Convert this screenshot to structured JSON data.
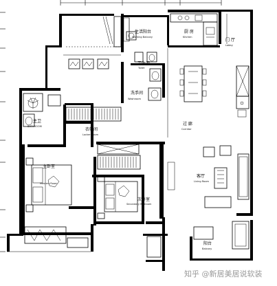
{
  "rooms": {
    "utility_balcony": {
      "cn": "生活阳台",
      "en": "Working Balcony"
    },
    "kitchen": {
      "cn": "厨 房",
      "en": "Kitchen"
    },
    "lobby": {
      "cn": "门 厅",
      "en": "Lobby"
    },
    "toilet": {
      "cn": "卫生间",
      "en": "Toilet"
    },
    "washroom": {
      "cn": "洗手间",
      "en": "Washroom"
    },
    "bathroom": {
      "cn": "主卫",
      "en": "BATHROOM"
    },
    "locker": {
      "cn": "衣帽间",
      "en": "Locker Room"
    },
    "corridor": {
      "cn": "过 廊",
      "en": "Corridor"
    },
    "master_bedroom": {
      "cn": "主卧室",
      "en": "Masters Room"
    },
    "second_bedroom": {
      "cn": "次卧室",
      "en": "Secondary Bedroom"
    },
    "living_room": {
      "cn": "客厅",
      "en": "Living Room"
    },
    "balcony": {
      "cn": "阳台",
      "en": "Balcony"
    }
  },
  "watermark": "知乎 @新居美居说软装",
  "colors": {
    "wall": "#000000",
    "line": "#000000",
    "watermark": "#9a9a9a",
    "background": "#ffffff"
  }
}
